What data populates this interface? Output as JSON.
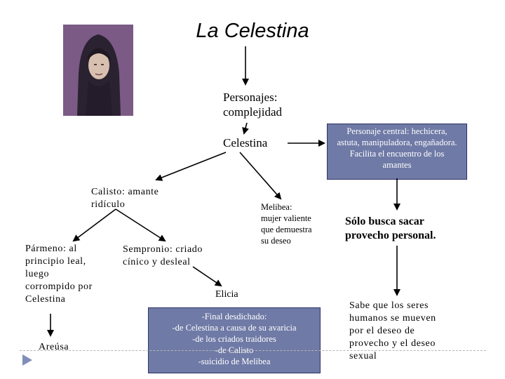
{
  "title": "La Celestina",
  "nodes": {
    "personajes": "Personajes:\ncomplejidad",
    "celestina": "Celestina",
    "central_box": "Personaje central: hechicera,\nastuta, manipuladora, engañadora.\nFacilita el encuentro de los\namantes",
    "calisto": "Calisto: amante\nridículo",
    "melibea": "Melibea:\nmujer valiente\nque demuestra\nsu deseo",
    "solo_busca": "Sólo busca sacar\nprovecho personal.",
    "parmeno": "Pármeno: al\nprincipio leal,\nluego\ncorrompido por\nCelestina",
    "sempronio": "Sempronio: criado\ncínico y desleal",
    "elicia": "Elicia",
    "areusa": "Areúsa",
    "final_box": "-Final desdichado:\n-de Celestina a causa de su avaricia\n-de los criados traidores\n-de Calisto\n-suicidio de Melibea",
    "sabe_que": "Sabe que los seres\nhumanos se mueven\npor el deseo de\nprovecho y el deseo\nsexual"
  },
  "colors": {
    "box_fill": "#6f7aa6",
    "box_border": "#2e3566",
    "nav_arrow": "#7f8fb8"
  }
}
